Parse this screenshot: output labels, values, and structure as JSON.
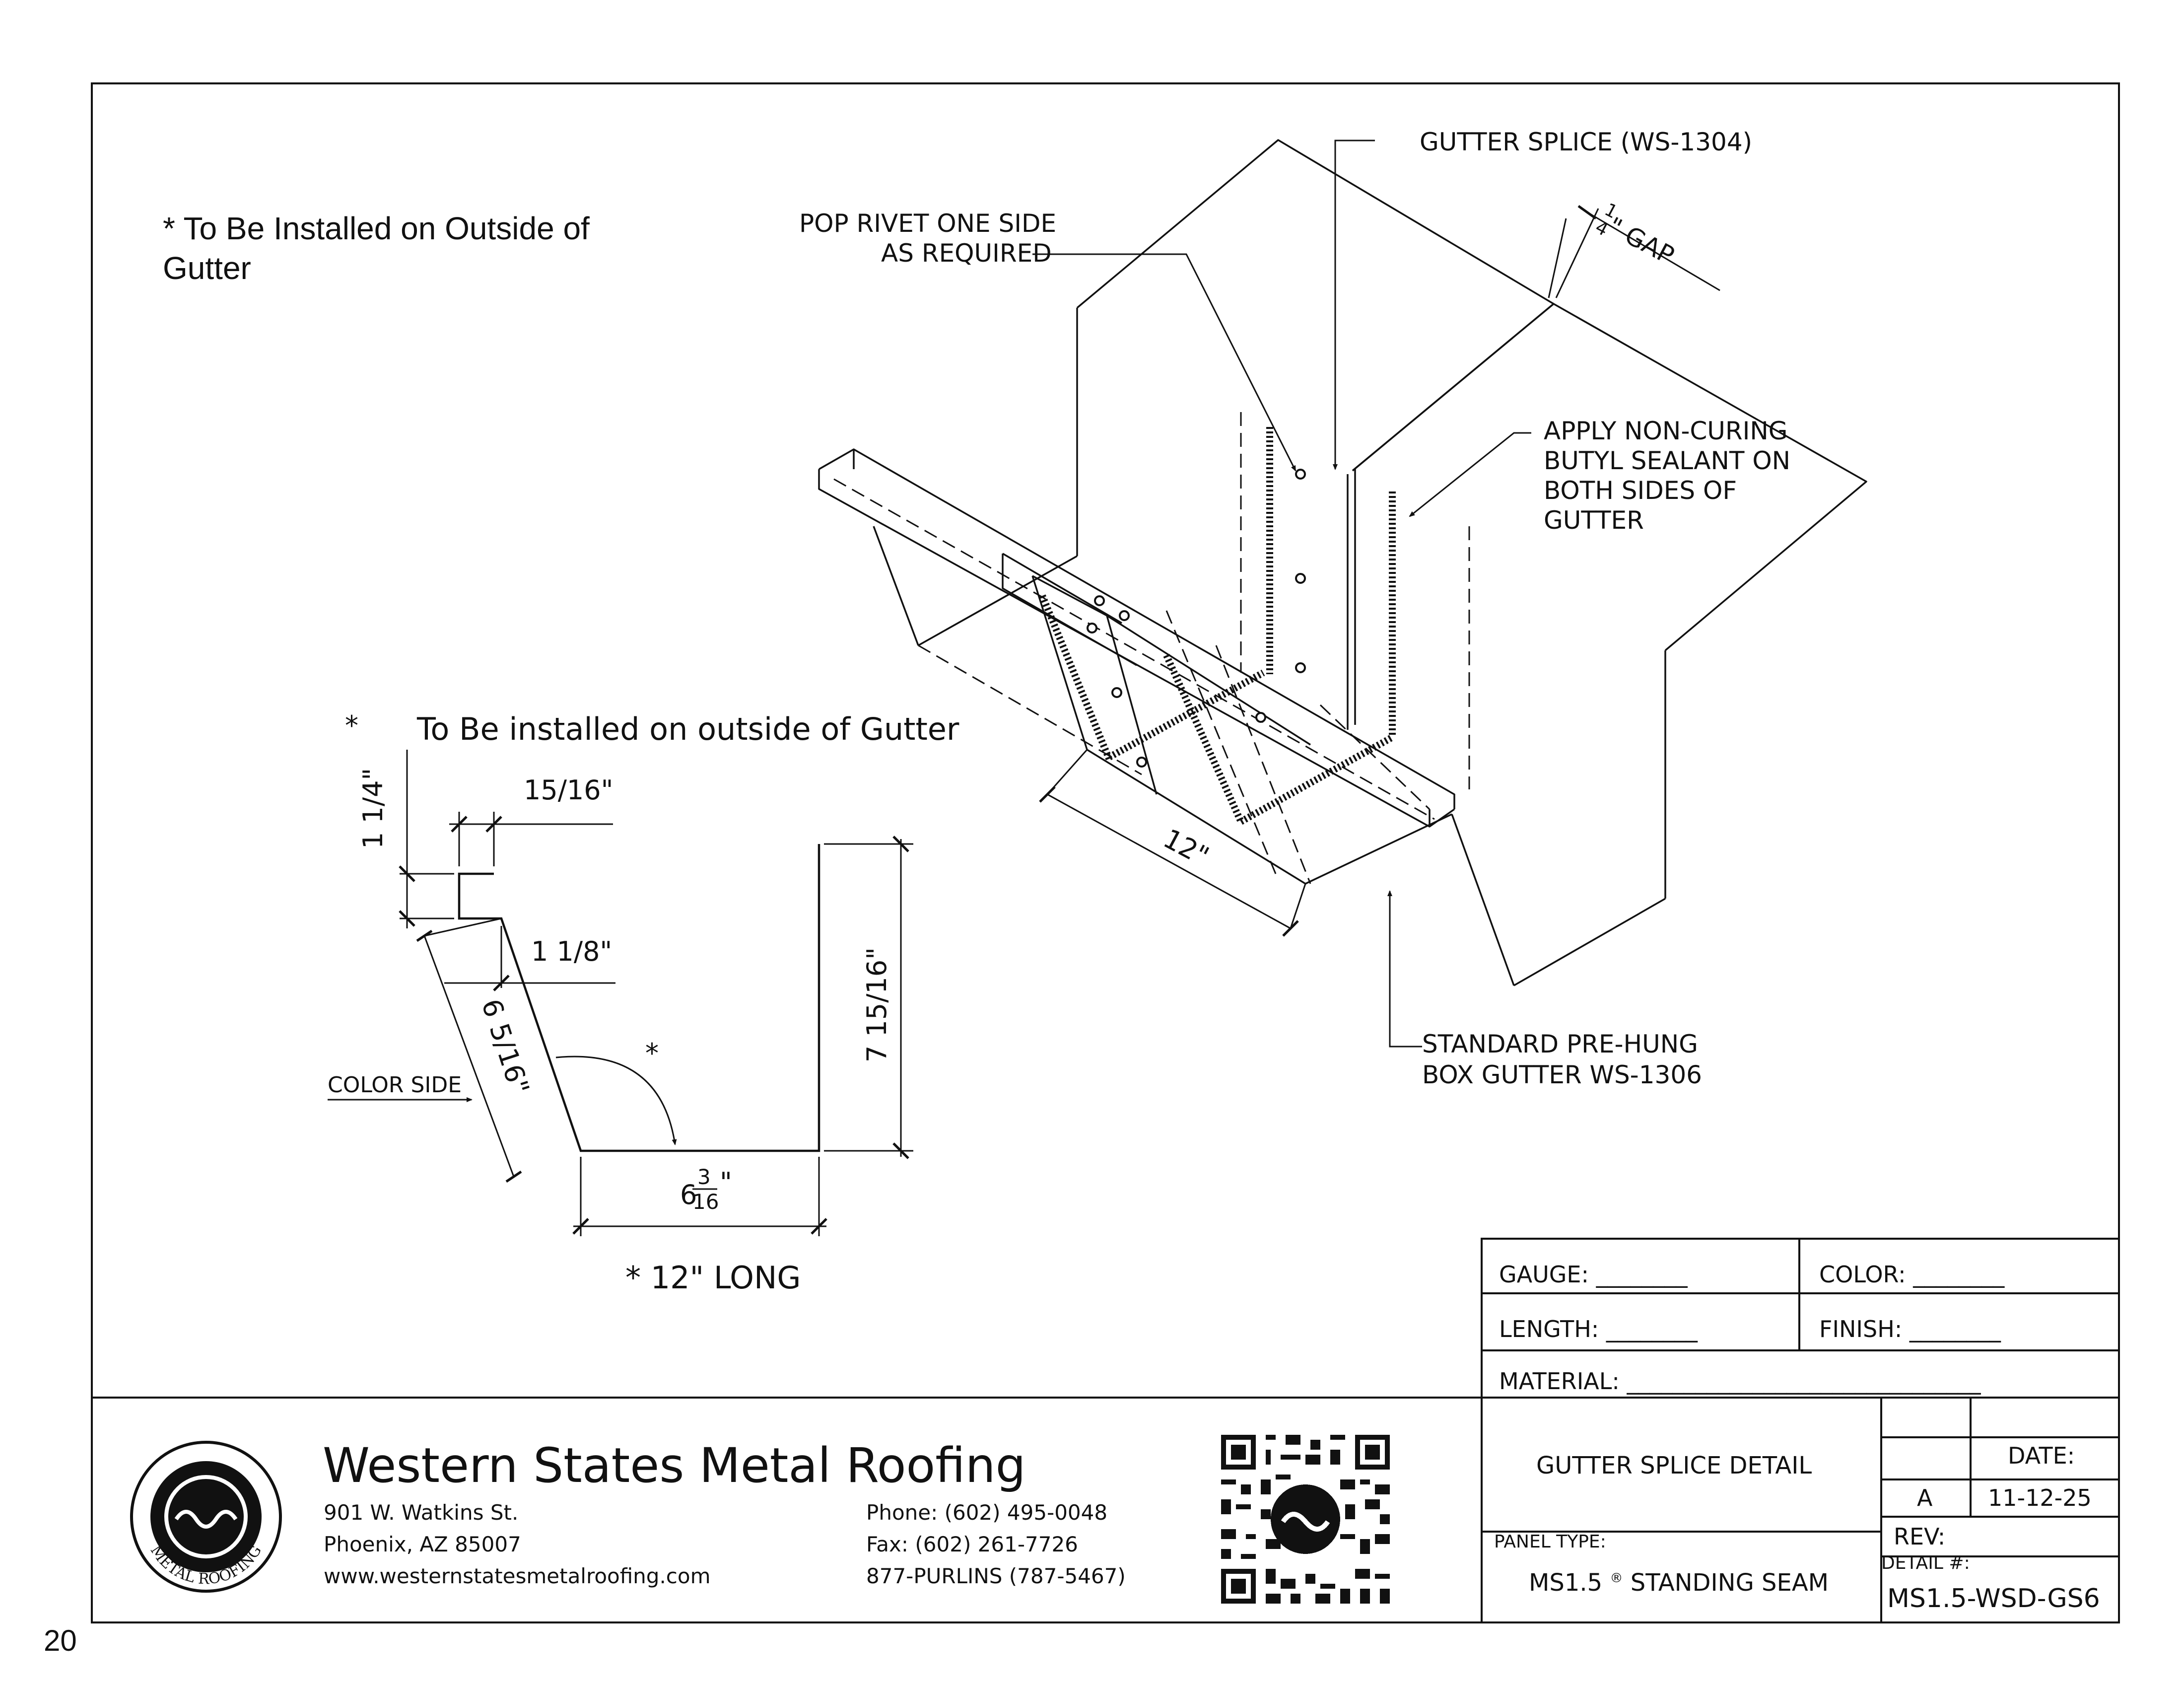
{
  "page_number": "20",
  "notes": {
    "top_note": "* To Be Installed on Outside of Gutter",
    "profile_star": "*",
    "profile_note": "To Be installed on outside of Gutter",
    "twelve_long": "* 12\" LONG"
  },
  "callouts": {
    "gutter_splice": "GUTTER SPLICE (WS-1304)",
    "pop_rivet_1": "POP RIVET ONE SIDE",
    "pop_rivet_2": "AS REQUIRED",
    "gap_frac_num": "1",
    "gap_frac_den": "4",
    "gap_label": "\" GAP",
    "sealant_1": "APPLY NON-CURING",
    "sealant_2": "BUTYL SEALANT ON",
    "sealant_3": "BOTH SIDES OF",
    "sealant_4": "GUTTER",
    "box_gutter_1": "STANDARD PRE-HUNG",
    "box_gutter_2": "BOX GUTTER WS-1306",
    "splice_length": "12\""
  },
  "dimensions": {
    "d_1_1_4": "1 1/4\"",
    "d_15_16": "15/16\"",
    "d_1_1_8": "1 1/8\"",
    "d_6_5_16": "6 5/16\"",
    "d_7_15_16": "7 15/16\"",
    "d_6_whole": "6",
    "d_6_num": "3",
    "d_6_den": "16",
    "d_6_quote": "\"",
    "angle_star": "*",
    "color_side": "COLOR SIDE"
  },
  "spec_box": {
    "gauge": "GAUGE:",
    "color": "COLOR:",
    "length": "LENGTH:",
    "finish": "FINISH:",
    "material": "MATERIAL:",
    "blank_short": "________",
    "blank_long": "_______________________________"
  },
  "company": {
    "name": "Western States Metal Roofing",
    "address_1": "901 W. Watkins St.",
    "address_2": "Phoenix, AZ 85007",
    "website": "www.westernstatesmetalroofing.com",
    "phone": "Phone: (602) 495-0048",
    "fax": "Fax: (602) 261-7726",
    "tollfree": "877-PURLINS (787-5467)",
    "logo_top": "WESTERN STATES",
    "logo_bottom": "METAL ROOFING"
  },
  "title_block": {
    "title": "GUTTER SPLICE DETAIL",
    "panel_type_label": "PANEL TYPE:",
    "panel_type": "MS1.5",
    "panel_reg": "®",
    "panel_type_rest": "STANDING SEAM",
    "date_label": "DATE:",
    "rev_letter": "A",
    "date_value": "11-12-25",
    "rev_label": "REV:",
    "detail_label": "DETAIL #:",
    "detail_value": "MS1.5-WSD-GS6"
  }
}
